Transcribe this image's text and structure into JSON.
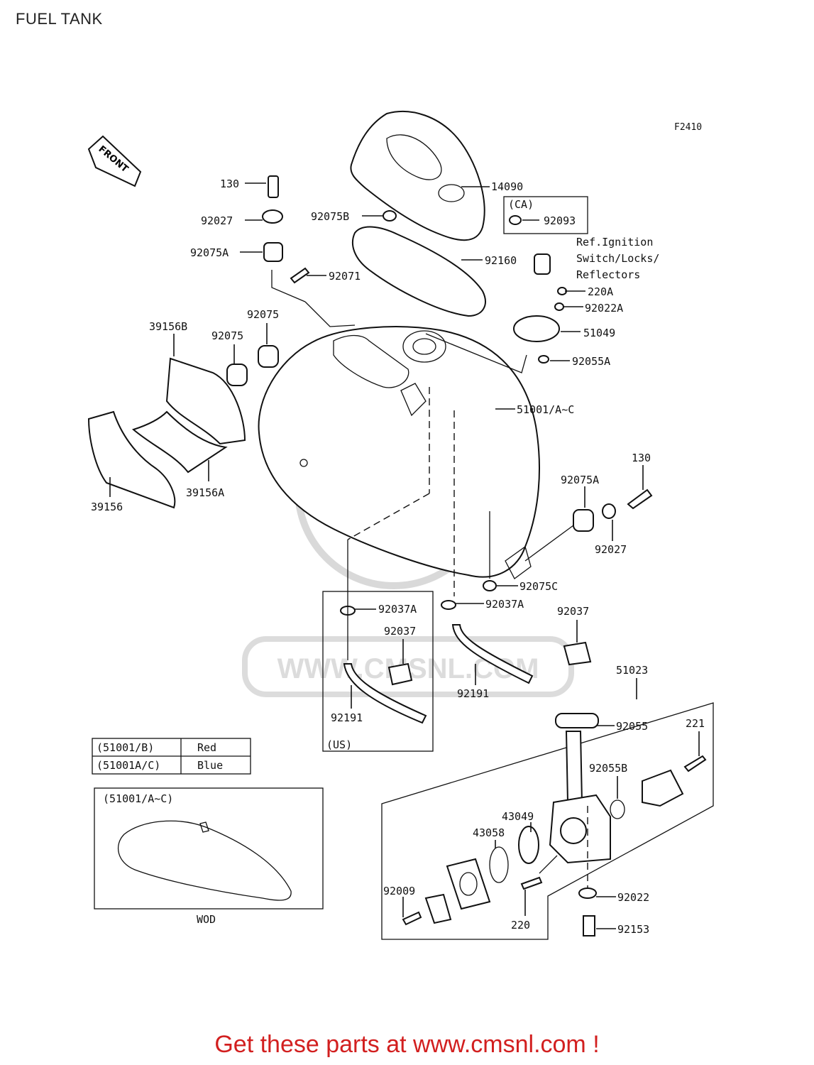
{
  "title": "FUEL TANK",
  "figure_code": "F2410",
  "front_label": "FRONT",
  "callouts": [
    "130",
    "92027",
    "92075A",
    "92075B",
    "14090",
    "92160",
    "92071",
    "39156B",
    "92075",
    "92075",
    "39156",
    "39156A",
    "51001/A~C",
    "51049",
    "220A",
    "92022A",
    "92055A",
    "92093",
    "130",
    "92075A",
    "92027",
    "92075C",
    "92037A",
    "92037",
    "92191",
    "92037A",
    "92037",
    "92191",
    "51023",
    "92055",
    "221",
    "92055B",
    "43049",
    "43058",
    "92009",
    "92022",
    "220",
    "92153"
  ],
  "ca_box": {
    "label": "(CA)",
    "part": "92093"
  },
  "ref_note": [
    "Ref.Ignition",
    "Switch/Locks/",
    "Reflectors"
  ],
  "us_label": "(US)",
  "color_table": [
    {
      "model": "(51001/B)",
      "color": "Red"
    },
    {
      "model": "(51001A/C)",
      "color": "Blue"
    }
  ],
  "inset": {
    "label": "(51001/A~C)",
    "caption": "WOD"
  },
  "watermark": "WWW.CMSNL.COM",
  "footer": "Get these parts at www.cmsnl.com !"
}
